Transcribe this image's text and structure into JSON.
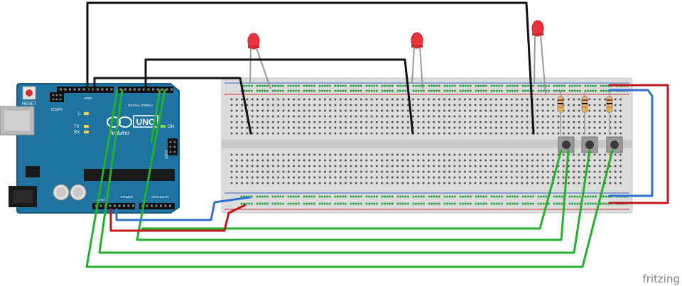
{
  "colors": {
    "board": "#1e73a1",
    "board_dark": "#165a80",
    "breadboard": "#dcdcdc",
    "rail_red": "#cc3333",
    "rail_blue": "#3366cc",
    "hole_green": "#2ea043",
    "wire_black": "#111111",
    "wire_green": "#22b02e",
    "wire_red": "#c0171b",
    "wire_blue": "#2e6fd0",
    "led": "#e8323c",
    "button": "#3a3a3a"
  },
  "arduino": {
    "reset_label": "RESET",
    "icsp2_label": "ICSP2",
    "l_label": "L",
    "tx_label": "TX",
    "rx_label": "RX",
    "on_label": "ON",
    "brand": "Arduino",
    "model": "UNO",
    "icsp_label": "ICSP",
    "digital_label": "DIGITAL (PWM~)",
    "analog_label": "ANALOG IN",
    "power_label": "POWER",
    "aref_label": "AREF",
    "gnd_label": "GND",
    "ioref_label": "IOREF"
  },
  "components": {
    "leds": [
      "led-1",
      "led-2",
      "led-3"
    ],
    "resistors": [
      "resistor-1",
      "resistor-2",
      "resistor-3"
    ],
    "buttons": [
      "button-1",
      "button-2",
      "button-3"
    ]
  },
  "footer": {
    "brand": "fritzing"
  }
}
